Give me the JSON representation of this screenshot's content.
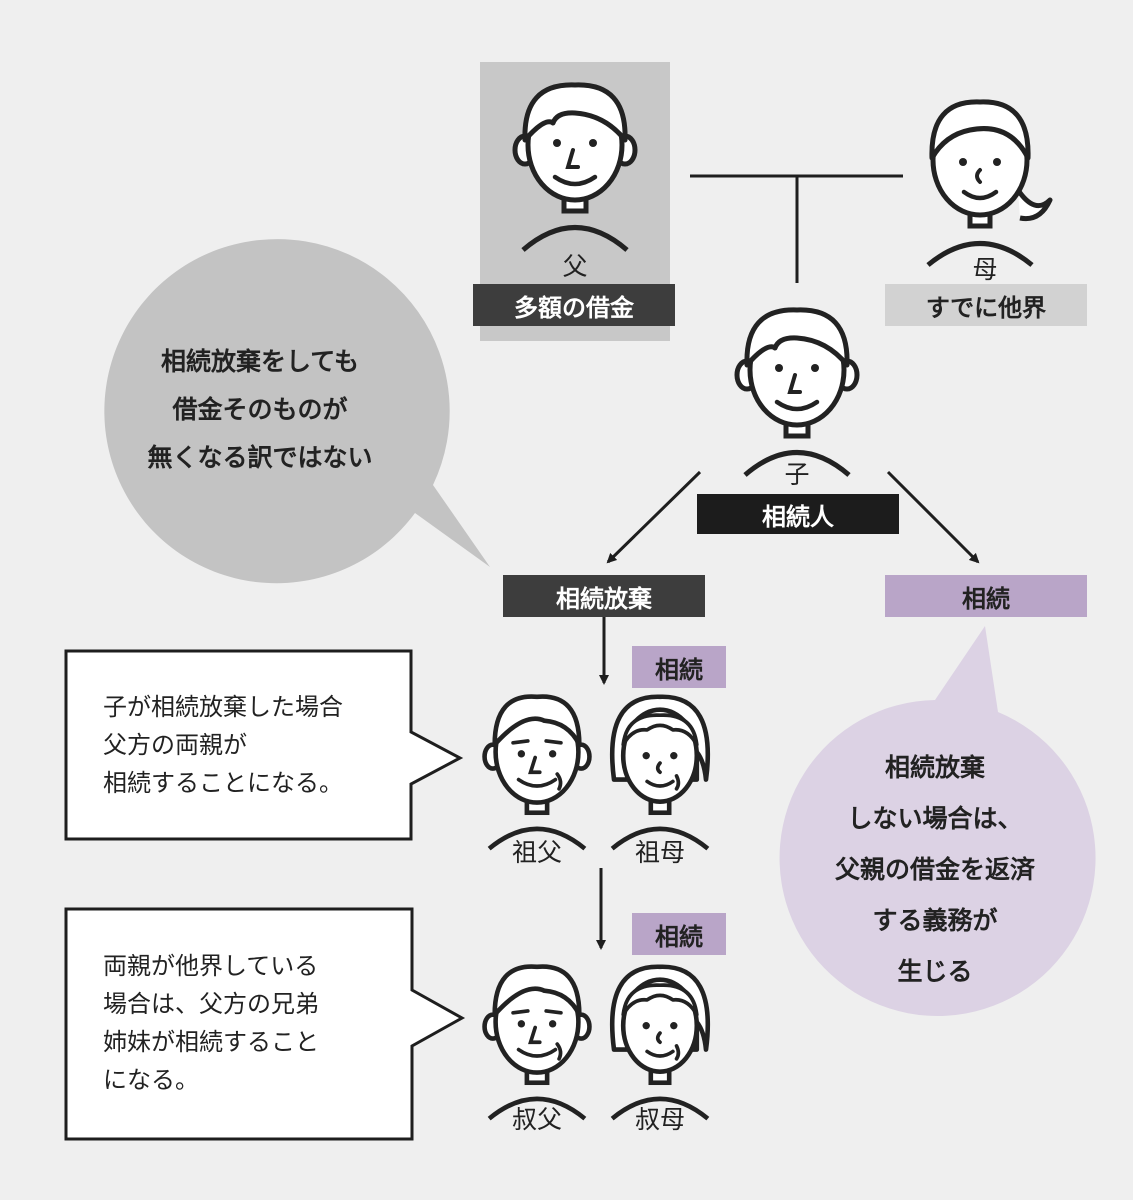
{
  "colors": {
    "background": "#efefef",
    "dark_label": "#3d3d3d",
    "black_label": "#1c1c1c",
    "light_label": "#d2d2d2",
    "purple_label": "#b9a5c8",
    "purple_bubble": "#dcd2e4",
    "gray_bubble": "#c3c3c3",
    "father_panel": "#c8c8c8"
  },
  "persons": {
    "father": {
      "name": "父",
      "label": "多額の借金"
    },
    "mother": {
      "name": "母",
      "label": "すでに他界"
    },
    "child": {
      "name": "子",
      "label": "相続人"
    },
    "grandfather": {
      "name": "祖父"
    },
    "grandmother": {
      "name": "祖母"
    },
    "uncle": {
      "name": "叔父"
    },
    "aunt": {
      "name": "叔母"
    }
  },
  "branches": {
    "renounce": "相続放棄",
    "inherit": "相続",
    "grandparents_tag": "相続",
    "siblings_tag": "相続"
  },
  "bubbles": {
    "left": [
      "相続放棄をしても",
      "借金そのものが",
      "無くなる訳ではない"
    ],
    "right": [
      "相続放棄",
      "しない場合は、",
      "父親の借金を返済",
      "する義務が",
      "生じる"
    ]
  },
  "notes": {
    "grandparents": [
      "子が相続放棄した場合",
      "父方の両親が",
      "相続することになる。"
    ],
    "siblings": [
      "両親が他界している",
      "場合は、父方の兄弟",
      "姉妹が相続すること",
      "になる。"
    ]
  }
}
